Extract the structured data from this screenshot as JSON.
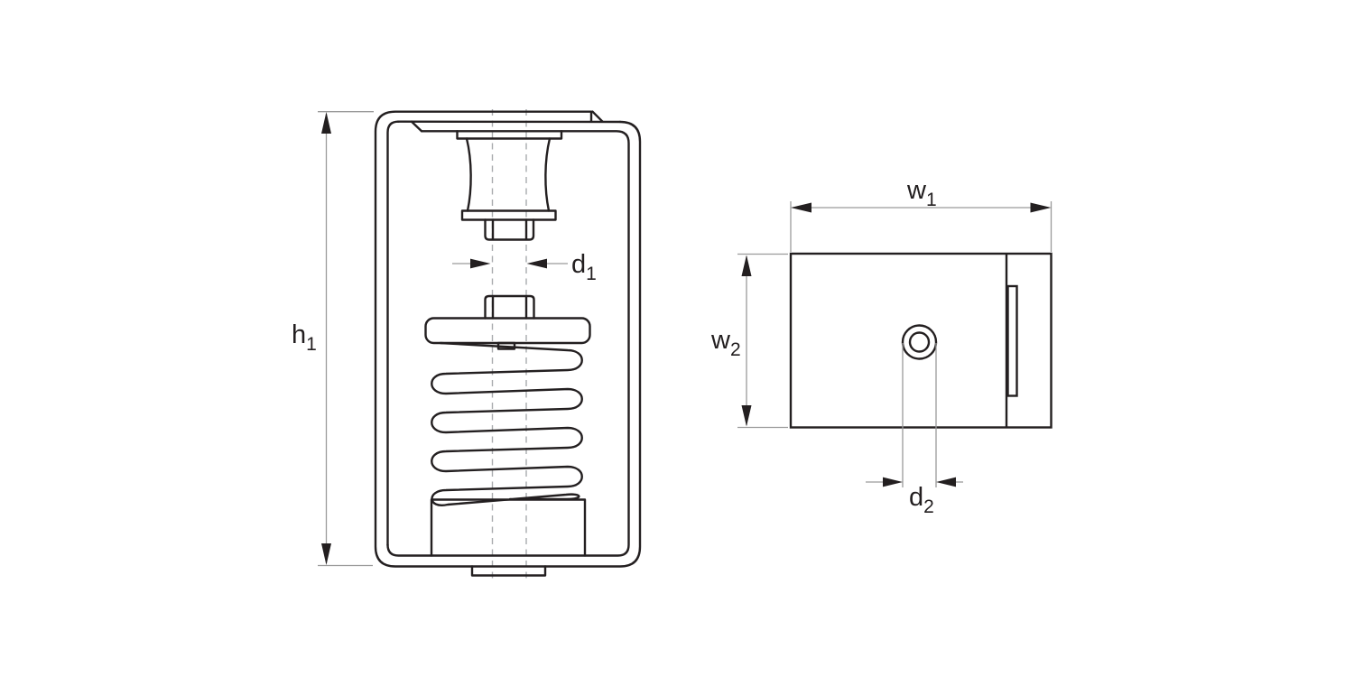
{
  "side_view": {
    "dimensions": {
      "height": {
        "base": "h",
        "sub": "1"
      },
      "rod_diameter": {
        "base": "d",
        "sub": "1"
      }
    }
  },
  "bottom_view": {
    "dimensions": {
      "overall_width": {
        "base": "w",
        "sub": "1"
      },
      "body_width": {
        "base": "w",
        "sub": "2"
      },
      "hole_diameter": {
        "base": "d",
        "sub": "2"
      }
    }
  },
  "colors": {
    "line": "#231f20",
    "dimension": "#9a9a9a",
    "centerline": "#a9abae",
    "background": "#ffffff"
  }
}
